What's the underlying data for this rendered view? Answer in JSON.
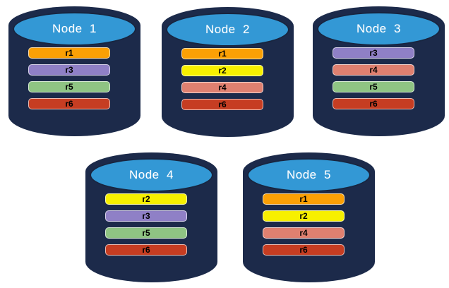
{
  "background": "#ffffff",
  "colors": {
    "cylinder_body": "#1C2A4A",
    "cylinder_top": "#3398D5",
    "cylinder_outline": "#18253F",
    "replicas": {
      "r1": "#FBA005",
      "r2": "#F7F000",
      "r3": "#8F80C6",
      "r4": "#DF8070",
      "r5": "#8FC483",
      "r6": "#C63D22"
    }
  },
  "nodes": [
    {
      "label": "Node  1",
      "replicas": [
        "r1",
        "r3",
        "r5",
        "r6"
      ]
    },
    {
      "label": "Node  2",
      "replicas": [
        "r1",
        "r2",
        "r4",
        "r6"
      ]
    },
    {
      "label": "Node  3",
      "replicas": [
        "r3",
        "r4",
        "r5",
        "r6"
      ]
    },
    {
      "label": "Node  4",
      "replicas": [
        "r2",
        "r3",
        "r5",
        "r6"
      ]
    },
    {
      "label": "Node  5",
      "replicas": [
        "r1",
        "r2",
        "r4",
        "r6"
      ]
    }
  ]
}
